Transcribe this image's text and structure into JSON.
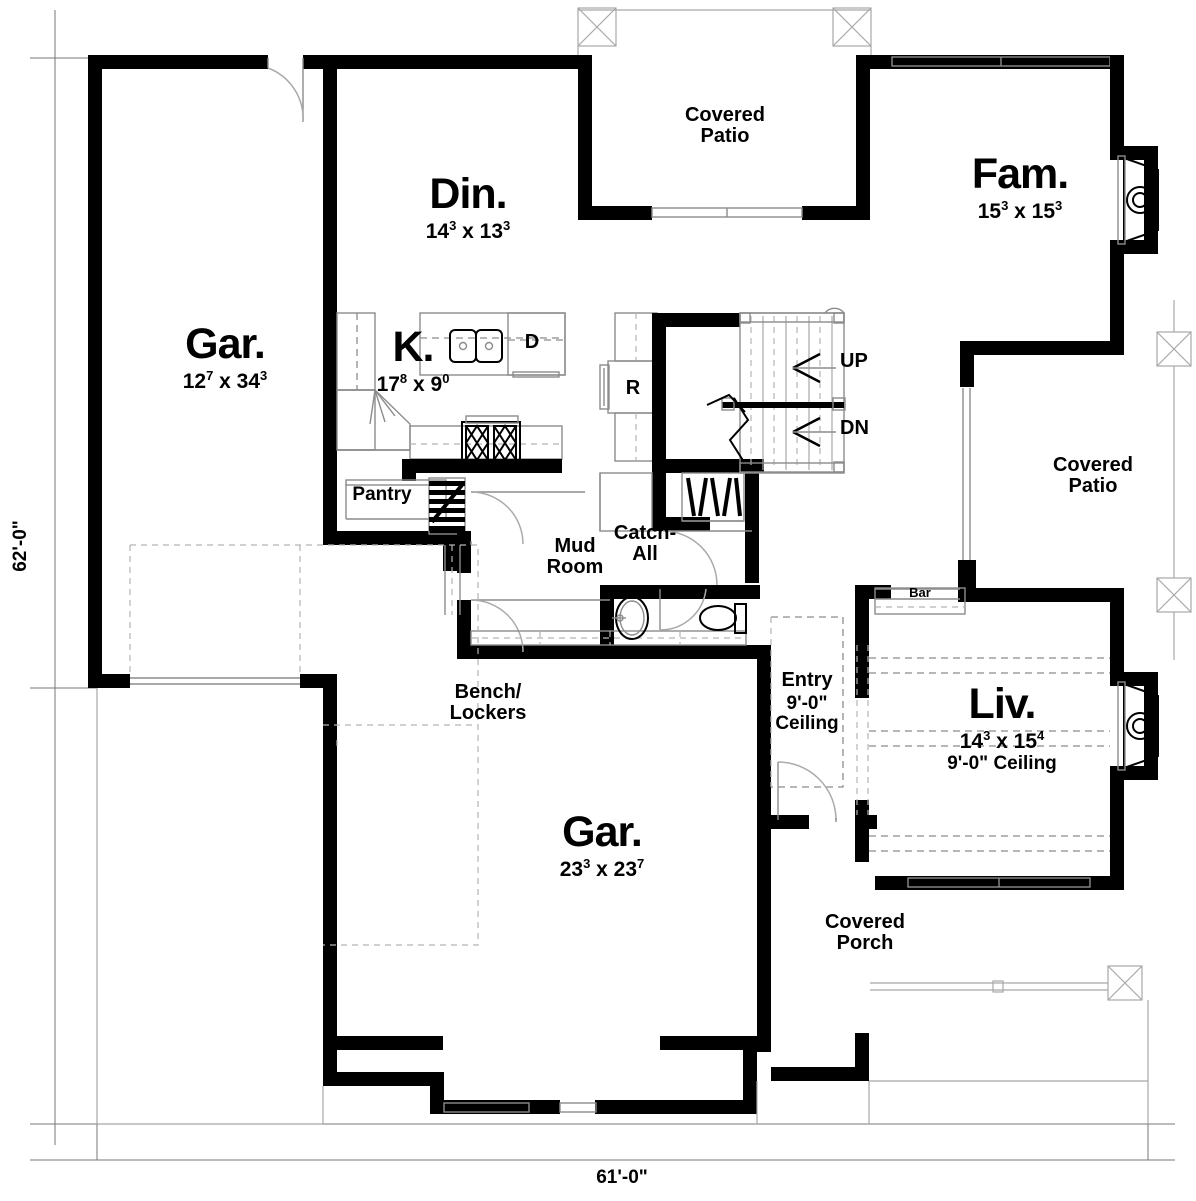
{
  "plan": {
    "overall_width": "61'-0\"",
    "overall_height": "62'-0\""
  },
  "rooms": [
    {
      "id": "garage_left",
      "name": "Gar.",
      "w": "12",
      "w_sup": "7",
      "h": "34",
      "h_sup": "3"
    },
    {
      "id": "dining",
      "name": "Din.",
      "w": "14",
      "w_sup": "3",
      "h": "13",
      "h_sup": "3"
    },
    {
      "id": "kitchen",
      "name": "K.",
      "w": "17",
      "w_sup": "8",
      "h": "9",
      "h_sup": "0"
    },
    {
      "id": "family",
      "name": "Fam.",
      "w": "15",
      "w_sup": "3",
      "h": "15",
      "h_sup": "3"
    },
    {
      "id": "living",
      "name": "Liv.",
      "w": "14",
      "w_sup": "3",
      "h": "15",
      "h_sup": "4",
      "ceiling": "9'-0\" Ceiling"
    },
    {
      "id": "garage_main",
      "name": "Gar.",
      "w": "23",
      "w_sup": "3",
      "h": "23",
      "h_sup": "7"
    }
  ],
  "spaces": [
    {
      "id": "covered_patio_top",
      "line1": "Covered",
      "line2": "Patio"
    },
    {
      "id": "covered_patio_right",
      "line1": "Covered",
      "line2": "Patio"
    },
    {
      "id": "covered_porch",
      "line1": "Covered",
      "line2": "Porch"
    },
    {
      "id": "mud_room",
      "line1": "Mud",
      "line2": "Room"
    },
    {
      "id": "catch_all",
      "line1": "Catch-",
      "line2": "All"
    },
    {
      "id": "bench_lockers",
      "line1": "Bench/",
      "line2": "Lockers"
    }
  ],
  "entry": {
    "name": "Entry",
    "ceiling_line1": "9'-0\"",
    "ceiling_line2": "Ceiling"
  },
  "labels": {
    "pantry": "Pantry",
    "bar": "Bar",
    "stair_up": "UP",
    "stair_dn": "DN",
    "refrigerator": "R",
    "dishwasher": "D"
  },
  "cross_symbol": "✕"
}
